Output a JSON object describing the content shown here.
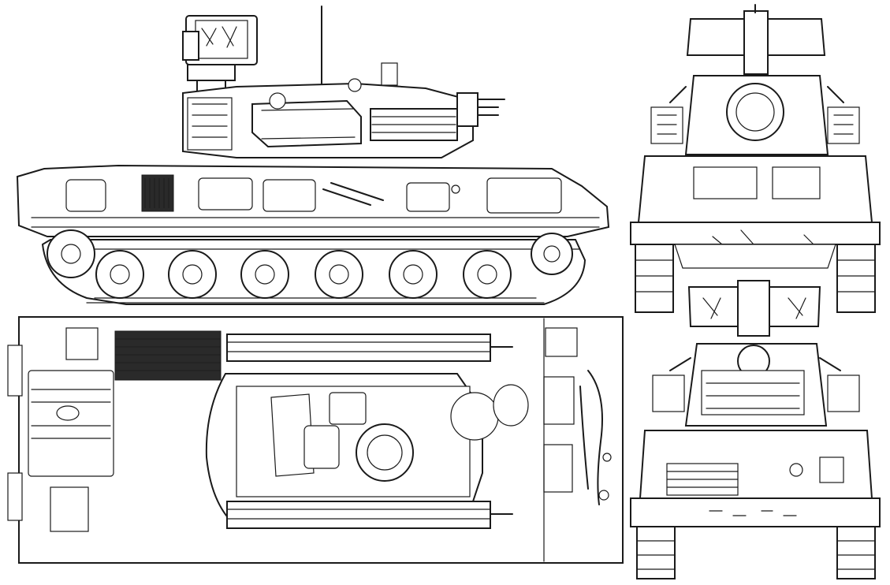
{
  "drawing": {
    "style": "monochrome line blueprint",
    "views": [
      "side-view",
      "top-view",
      "front-view",
      "rear-view"
    ],
    "colors": {
      "line": "#1a1a1a",
      "background": "#ffffff",
      "shading": "#2a2a2a"
    },
    "road_wheels_per_side": 6,
    "turret_radar_antenna": "raised"
  }
}
